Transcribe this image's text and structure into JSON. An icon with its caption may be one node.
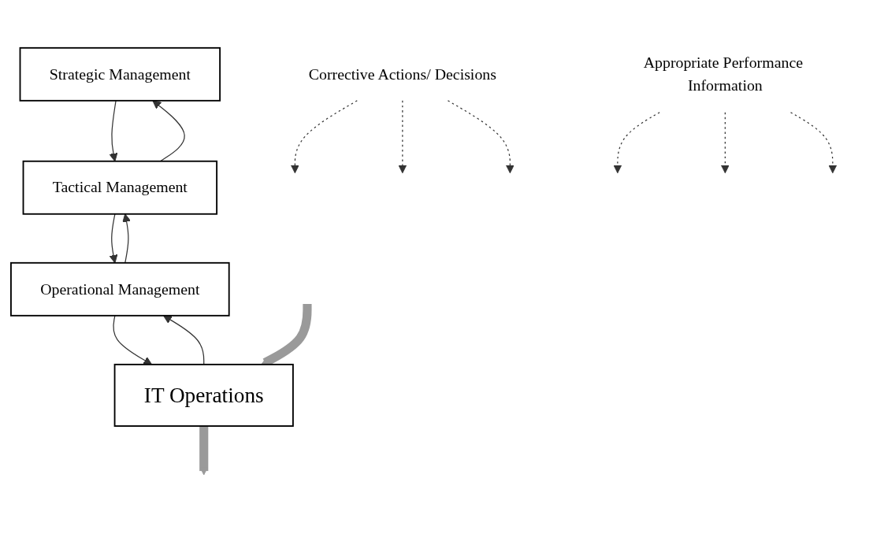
{
  "diagram": {
    "nodes": [
      {
        "text": [
          "Strategic Management"
        ]
      },
      {
        "text": [
          "Tactical Management"
        ]
      },
      {
        "text": [
          "Operational Management"
        ]
      },
      {
        "text": [
          "IT Operations"
        ]
      },
      {
        "text": [
          "Corrective Actions/ Decisions"
        ]
      },
      {
        "text": [
          "Appropriate Performance Information"
        ]
      }
    ],
    "edges": [
      {
        "from": 0,
        "to": 1,
        "arrow": "to"
      },
      {
        "from": 1,
        "to": 0,
        "arrow": "to"
      },
      {
        "from": 1,
        "to": 2,
        "arrow": "to"
      },
      {
        "from": 2,
        "to": 1,
        "arrow": "to"
      },
      {
        "from": 2,
        "to": 3,
        "arrow": "to"
      },
      {
        "from": 3,
        "to": 2,
        "arrow": "to"
      },
      {
        "from": 4,
        "to": null,
        "arrow": "to",
        "style": "dashed"
      },
      {
        "from": 4,
        "to": null,
        "arrow": "to",
        "style": "dashed"
      },
      {
        "from": 4,
        "to": null,
        "arrow": "to",
        "style": "dashed"
      },
      {
        "from": 5,
        "to": null,
        "arrow": "to",
        "style": "dashed"
      },
      {
        "from": 5,
        "to": null,
        "arrow": "to",
        "style": "dashed"
      },
      {
        "from": 5,
        "to": null,
        "arrow": "to",
        "style": "dashed"
      },
      {
        "from": null,
        "to": 3,
        "arrow": "to",
        "style": "thick",
        "color": "#9a9a9a"
      },
      {
        "from": 3,
        "to": null,
        "arrow": "to",
        "style": "thick",
        "color": "#9a9a9a"
      }
    ]
  }
}
